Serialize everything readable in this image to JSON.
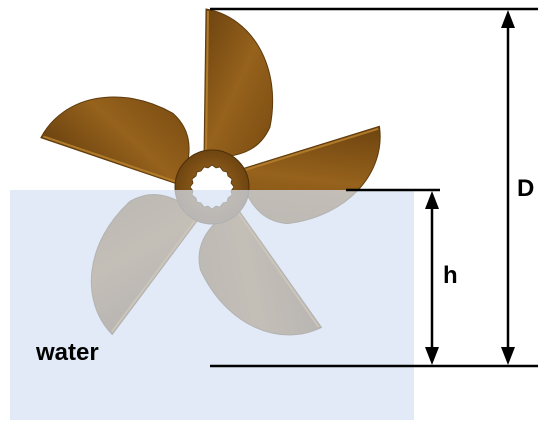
{
  "labels": {
    "diameter": "D",
    "immersion": "h",
    "water": "water"
  },
  "colors": {
    "blade": "#8a5a16",
    "blade_dark": "#5e3b0c",
    "blade_light": "#b07a2a",
    "water": "#d6e2f2",
    "line": "#000000"
  },
  "blades": [
    {
      "name": "blade-top",
      "angle": 0
    },
    {
      "name": "blade-right-upper",
      "angle": 72
    },
    {
      "name": "blade-right-lower",
      "angle": 144
    },
    {
      "name": "blade-left-lower",
      "angle": 216
    },
    {
      "name": "blade-left-upper",
      "angle": 288
    }
  ]
}
